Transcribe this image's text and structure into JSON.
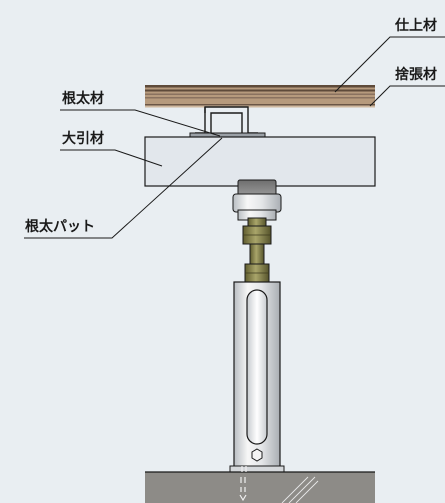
{
  "labels": {
    "finish_material": "仕上材",
    "subfloor_board": "捨張材",
    "joist": "根太材",
    "girder": "大引材",
    "joist_pad": "根太パット"
  },
  "colors": {
    "background": "#e9eef2",
    "girder_fill": "#e2e7ec",
    "floor_wood": "#b89b7e",
    "floor_dark": "#7a6552",
    "slab": "#8d8b87",
    "metal_light": "#f4f4f4",
    "metal_mid": "#c9cdd1",
    "bolt": "#7d7a44",
    "line": "#1a1a1a"
  }
}
